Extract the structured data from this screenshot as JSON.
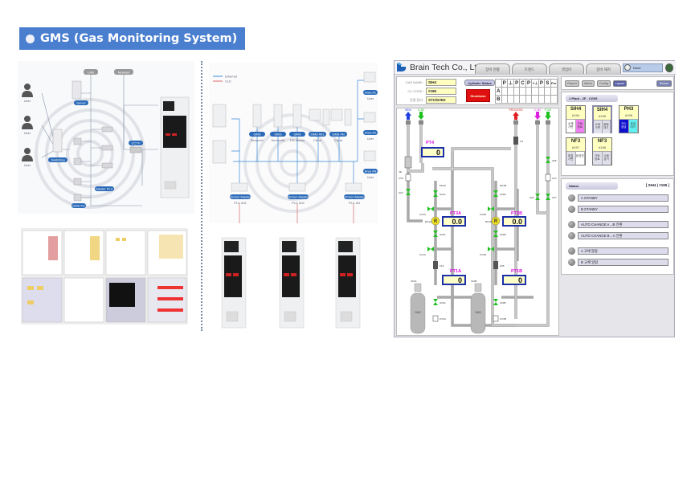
{
  "section_title": "GMS (Gas Monitoring System)",
  "diagram1": {
    "top_labels": [
      "LAN",
      "Network"
    ],
    "users": [
      "User",
      "User",
      "User"
    ],
    "nodes": [
      "Server",
      "Switching",
      "Master PLC",
      "GMS PC",
      "CCTV"
    ]
  },
  "diagram2": {
    "legend": [
      "Ethernet",
      "CLK"
    ],
    "servers": [
      {
        "tag": "GMS",
        "name": "Server#1"
      },
      {
        "tag": "GMS",
        "name": "Server#N"
      },
      {
        "tag": "GMS",
        "name": "T/S Server"
      },
      {
        "tag": "GMS #01",
        "name": "Client"
      },
      {
        "tag": "GMS #N",
        "name": "Client"
      }
    ],
    "areas": [
      {
        "tag": "Area #1",
        "name": "User"
      },
      {
        "tag": "Area #2",
        "name": "User"
      },
      {
        "tag": "Area #N",
        "name": "User"
      }
    ],
    "plcs": [
      {
        "tag": "Omron Master",
        "name": "PLC #01"
      },
      {
        "tag": "Omron Master",
        "name": "PLC #02"
      },
      {
        "tag": "Omron Master",
        "name": "PLC #N"
      }
    ]
  },
  "gms_screen": {
    "company": "Brain Tech Co., Ltd.",
    "tabs": [
      "장비 현황",
      "트렌드",
      "셋업바",
      "장비 해지"
    ],
    "user": "None",
    "info": [
      {
        "key": "GAS NAME :",
        "value": "SIH4"
      },
      {
        "key": "CC CODE :",
        "value": "#195"
      },
      {
        "key": "연결 장비 :",
        "value": "STC/D#E0"
      }
    ],
    "cylinder_status_label": "Cylinder Status",
    "shutdown_label": "Shutdown",
    "status_cols": [
      "P",
      "⊥",
      "P",
      "C",
      "P",
      "+⊥",
      "P",
      "S",
      "Pre"
    ],
    "status_rows": [
      "A",
      "B"
    ],
    "right_buttons": [
      "Report",
      "Alarm",
      "Config",
      "Layout",
      "Return"
    ],
    "plant_title": "1 Plant - 2F - CG05",
    "cylinders": [
      {
        "name": "SIH4",
        "code": "#194",
        "btns": [
          "소재 가변",
          "가동 완료"
        ],
        "colors": [
          "#e0e0ec",
          "#f080f0"
        ]
      },
      {
        "name": "SIH4",
        "code": "#195",
        "btns": [
          "소재 가변",
          "봄베 대기"
        ],
        "colors": [
          "#e0e0ec",
          "#e0e0ec"
        ]
      },
      {
        "name": "PH3",
        "code": "#196",
        "btns": [
          "가스 공급",
          "공급 대기"
        ],
        "colors": [
          "#1010d0",
          "#60f0f0"
        ]
      },
      {
        "name": "NF3",
        "code": "#197",
        "btns": [
          "퍼징 가변",
          "완성전"
        ],
        "colors": [
          "#e0e0ec",
          "#ffffff"
        ]
      },
      {
        "name": "NF3",
        "code": "#198",
        "btns": [
          "가등 완료",
          "수동 공기"
        ],
        "colors": [
          "#e0e0ec",
          "#e0e0ec"
        ]
      }
    ],
    "status_title": "Status",
    "status_tag": "[ SIH4 | #195 ]",
    "status_items": [
      "A STANBY",
      "B STANBY",
      "AUTO CHANGE A→B 전환",
      "AUTO CHANGE B→A 전환",
      "A 교체 알람",
      "B 교체 알람"
    ],
    "flow": {
      "inlets": [
        {
          "label": "MN4",
          "color": "#2040e0"
        },
        {
          "label": "G-N2",
          "color": "#20c020"
        },
        {
          "label": "PROCESS",
          "color": "#e02020"
        },
        {
          "label": "C-N2",
          "color": "#e020e0"
        },
        {
          "label": "P-N2",
          "color": "#20c020"
        }
      ],
      "gauges": [
        {
          "label": "PT4",
          "value": "0"
        },
        {
          "label": "PT3A",
          "value": "0.0"
        },
        {
          "label": "PT3B",
          "value": "0.0"
        },
        {
          "label": "PT1A",
          "value": "0"
        },
        {
          "label": "PT1B",
          "value": "0"
        }
      ],
      "valve_labels": [
        "VE",
        "CV5",
        "AV3",
        "MV1A",
        "MV1B",
        "AV1A",
        "AV1B",
        "CV2A",
        "AV5A",
        "CV2B",
        "AV5B",
        "AV2A",
        "AV2B",
        "CV1A",
        "AV4A",
        "CV1B",
        "AV4B",
        "RG1A",
        "RG1B",
        "F1A",
        "F1B",
        "AV6",
        "AV7",
        "AV8",
        "CV1",
        "AV3A",
        "AV3B",
        "CV3A",
        "CV3B",
        "V10A",
        "V10B",
        "1/2"
      ],
      "regulator": "R",
      "gas_label": "GAS"
    }
  }
}
